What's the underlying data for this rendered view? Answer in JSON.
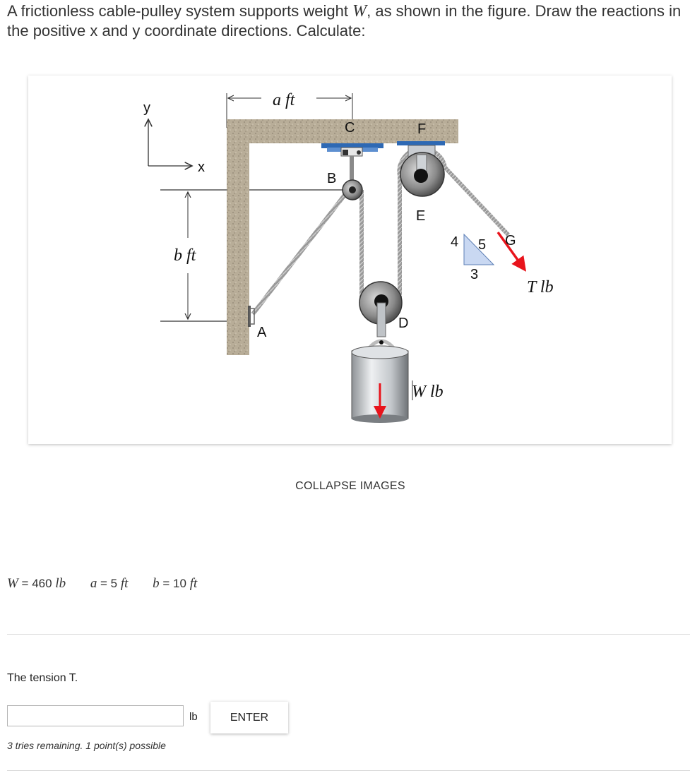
{
  "problem": {
    "text_1": "A frictionless cable-pulley system supports weight ",
    "var_w": "W",
    "text_2": ", as shown in the figure. Draw the reactions in the positive x and y coordinate directions. Calculate:"
  },
  "figure": {
    "axis_y": "y",
    "axis_x": "x",
    "dim_a": "a ft",
    "dim_b": "b ft",
    "point_a": "A",
    "point_b": "B",
    "point_c": "C",
    "point_d": "D",
    "point_e": "E",
    "point_f": "F",
    "point_g": "G",
    "slope_4": "4",
    "slope_5": "5",
    "slope_3": "3",
    "tension_label": "T lb",
    "weight_label": "W lb",
    "colors": {
      "force_arrow": "#e8141c",
      "wall": "#b8ad98",
      "slope_triangle": "#c9d8f2",
      "cable": "#8d8d8d"
    }
  },
  "collapse_images": "COLLAPSE IMAGES",
  "givens": {
    "w_name": "W",
    "w_eq": " = 460 ",
    "w_unit": "lb",
    "a_name": "a",
    "a_eq": " = 5 ",
    "a_unit": "ft",
    "b_name": "b",
    "b_eq": " = 10 ",
    "b_unit": "ft"
  },
  "question": {
    "label": "The tension T.",
    "input_value": "",
    "unit": "lb",
    "enter_button": "ENTER",
    "tries": "3 tries remaining. 1 point(s) possible"
  }
}
